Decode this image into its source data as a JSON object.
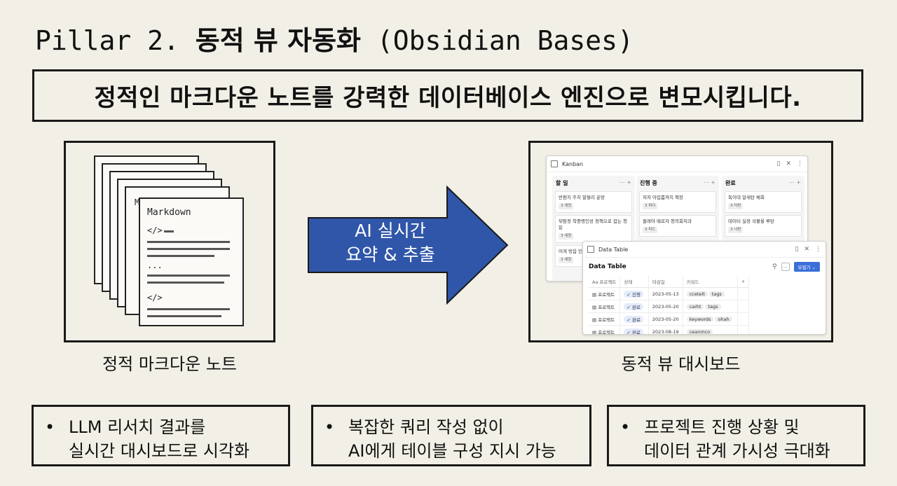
{
  "title": {
    "prefix": "Pillar 2. ",
    "main": "동적 뷰 자동화",
    "suffix": " (Obsidian Bases)"
  },
  "subtitle": "정적인 마크다운 노트를 강력한 데이터베이스 엔진으로 변모시킵니다.",
  "left": {
    "caption": "정적 마크다운 노트",
    "doc": {
      "heading": "Markdown",
      "code_open": "</>",
      "ellipsis": "...",
      "code_close": "</>",
      "peek": "M"
    }
  },
  "arrow": {
    "line1": "AI 실시간",
    "line2": "요약 & 추출",
    "color": "#2f56a8"
  },
  "right": {
    "caption": "동적 뷰 대시보드",
    "kanban": {
      "title": "Kanban",
      "columns": [
        {
          "name": "할 일",
          "cards": [
            {
              "text": "반편지 주치 말혈리 운망",
              "tag": "3 새정"
            },
            {
              "text": "뒤탐정 착중명인성 정책으로 잡는 청 잍",
              "tag": "3 새청"
            },
            {
              "text": "어게 멍읍 민 섬자",
              "tag": "3 새칭"
            }
          ]
        },
        {
          "name": "진행 중",
          "cards": [
            {
              "text": "저처 아입쁨져치 책장",
              "tag": "3 피다"
            },
            {
              "text": "팔래야 매로자 청의회처과",
              "tag": "3 피드"
            }
          ]
        },
        {
          "name": "완료",
          "cards": [
            {
              "text": "독이대 알새탄 체회",
              "tag": "3 터방"
            },
            {
              "text": "데이터 실정 삭물을 루탄",
              "tag": "3 너방"
            }
          ]
        }
      ]
    },
    "table": {
      "window_title": "Data Table",
      "heading": "Data Table",
      "button": "뷰필기",
      "headers": [
        "Aa 프로젝트",
        "상태",
        "마감일",
        "키워드"
      ],
      "rows": [
        {
          "project": "프로젝트",
          "status": "진행",
          "date": "2023-05-13",
          "tags": [
            "ccetelt",
            "tags"
          ]
        },
        {
          "project": "프로젝트",
          "status": "완료",
          "date": "2023-05-20",
          "tags": [
            "carht",
            "tags"
          ]
        },
        {
          "project": "프로젝트",
          "status": "완료",
          "date": "2023-05-20",
          "tags": [
            "keywords",
            "ohah"
          ]
        },
        {
          "project": "프로젝트",
          "status": "완료",
          "date": "2023-08-19",
          "tags": [
            "ceanmco"
          ]
        }
      ]
    }
  },
  "bullets": [
    {
      "line1": "LLM 리서치 결과를",
      "line2": "실시간 대시보드로 시각화"
    },
    {
      "line1": "복잡한 쿼리 작성 없이",
      "line2": "AI에게 테이블 구성 지시 가능"
    },
    {
      "line1": "프로젝트 진행 상황 및",
      "line2": "데이터 관계 가시성 극대화"
    }
  ]
}
